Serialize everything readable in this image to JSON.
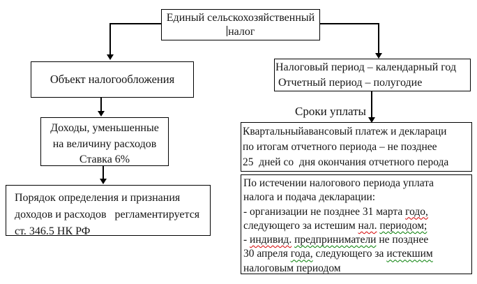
{
  "diagram": {
    "root_box": {
      "line1": "Единый сельскохозяйственный",
      "line2": "налог"
    },
    "object_box": {
      "text": "Объект налогообложения"
    },
    "income_box": {
      "lines": [
        "Доходы, уменьшенные",
        "на величину расходов",
        "Ставка 6%"
      ]
    },
    "procedure_box": {
      "lines": [
        "Порядок определения и признания",
        "доходов и расходов   регламентируется",
        "ст. 346.5 НК РФ"
      ]
    },
    "period_box": {
      "lines": [
        "Налоговый период – календарный год",
        " Отчетный период – полугодие"
      ]
    },
    "payment_terms_label": "Сроки уплаты",
    "quarterly_box": {
      "lines": [
        "Квартальныйавансовый платеж и деклараци",
        "по итогам отчетного периода – не позднее",
        "25  дней со  дня окончания отчетного перода"
      ]
    },
    "annual_box": {
      "lines_segments": [
        [
          {
            "t": "По истечении налогового периода уплата"
          }
        ],
        [
          {
            "t": "налога и подача декларации:"
          }
        ],
        [
          {
            "t": "- организации не позднее 31 марта "
          },
          {
            "t": "годо,",
            "u": "red"
          }
        ],
        [
          {
            "t": "следующего за истешим "
          },
          {
            "t": "нал.",
            "u": "red"
          },
          {
            "t": " "
          },
          {
            "t": "периодом;",
            "u": "green"
          }
        ],
        [
          {
            "t": "- "
          },
          {
            "t": "индивид.",
            "u": "red"
          },
          {
            "t": " "
          },
          {
            "t": "предприниматели",
            "u": "green"
          },
          {
            "t": " не позднее"
          }
        ],
        [
          {
            "t": "30 апреля "
          },
          {
            "t": "года,",
            "u": "green"
          },
          {
            "t": " следующего за "
          },
          {
            "t": "истекшим",
            "u": "green"
          }
        ],
        [
          {
            "t": "налоговым периодом"
          }
        ]
      ]
    },
    "colors": {
      "background": "#ffffff",
      "border": "#000000",
      "spellcheck_red": "#d40000",
      "grammar_green": "#007d00"
    }
  }
}
